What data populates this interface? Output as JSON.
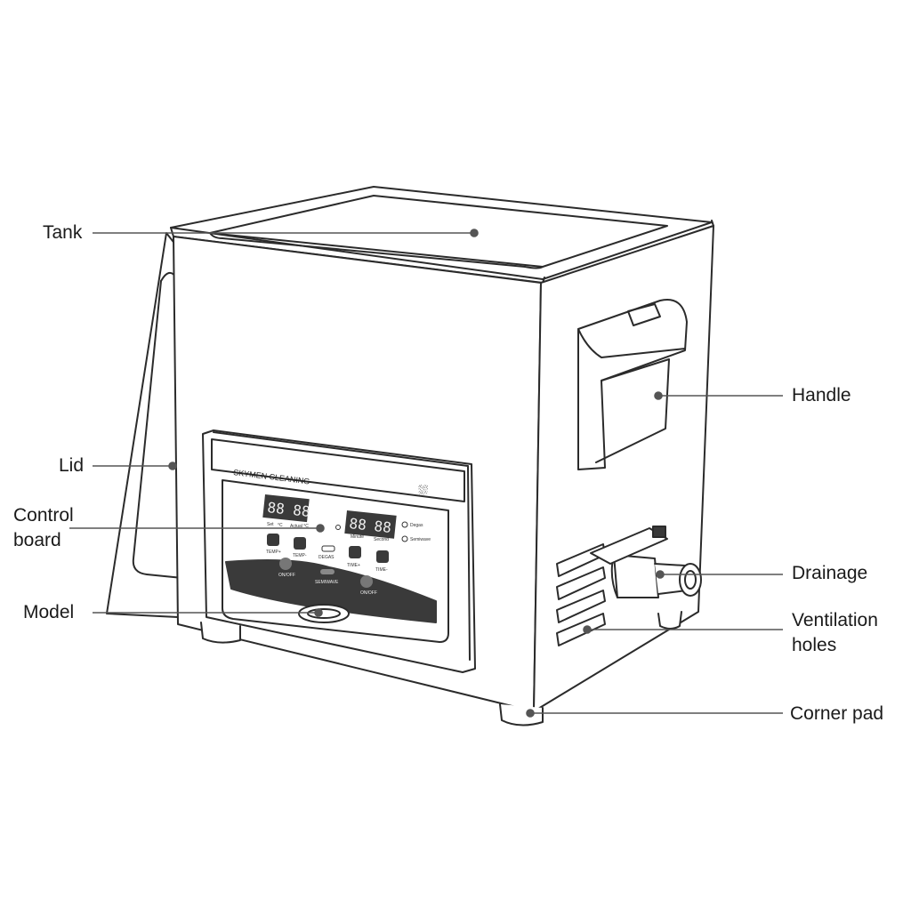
{
  "callouts": {
    "tank": "Tank",
    "lid": "Lid",
    "control_board_1": "Control",
    "control_board_2": "board",
    "model": "Model",
    "handle": "Handle",
    "drainage": "Drainage",
    "ventilation_1": "Ventilation",
    "ventilation_2": "holes",
    "corner_pad": "Corner pad"
  },
  "panel": {
    "brand": "SKYMEN CLEANING",
    "display_temp": "88 88",
    "display_time_a": "88",
    "display_time_b": "88",
    "label_set": "Set",
    "label_c": "°C",
    "label_actual": "Actual °C",
    "label_minute": "Minute",
    "label_second": "Second",
    "label_degas": "Degas",
    "label_semiwave": "Semiwave",
    "btn_temp_up": "TEMP+",
    "btn_temp_down": "TEMP-",
    "btn_degas": "DEGAS",
    "btn_time_up": "TIME+",
    "btn_time_down": "TIME-",
    "btn_onoff_left": "ON/OFF",
    "btn_semiwave": "SEMIWAVE",
    "btn_onoff_right": "ON/OFF"
  },
  "colors": {
    "outline": "#2b2b2b",
    "leader": "#555555",
    "panel_dark": "#3a3a3a",
    "background": "#ffffff"
  }
}
